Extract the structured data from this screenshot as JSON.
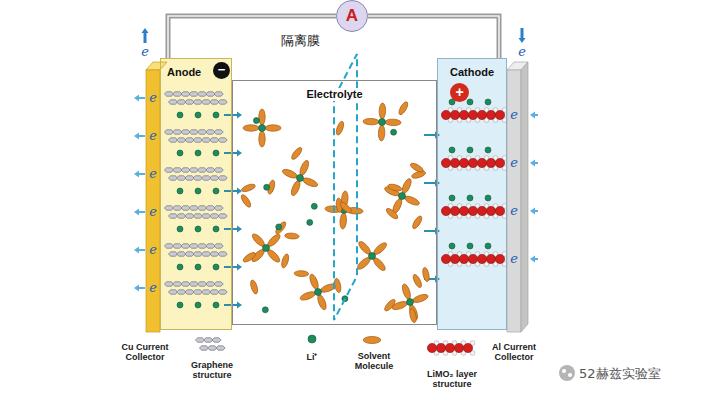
{
  "diagram": {
    "nodes": [
      {
        "text": [
          "A"
        ]
      },
      {
        "text": [
          "Anode"
        ]
      },
      {
        "text": [
          "−"
        ],
        "in": 1
      },
      {
        "text": [
          "Electrolyte"
        ]
      },
      {
        "text": [
          "Cathode"
        ]
      },
      {
        "text": [
          "+"
        ],
        "in": 4
      }
    ],
    "edges": [
      {
        "from": 1,
        "to": 0,
        "arrow": "none"
      },
      {
        "from": 0,
        "to": 4,
        "arrow": "none"
      }
    ],
    "labels": [
      "e",
      "e",
      "隔离膜",
      "e",
      "e",
      "e",
      "e",
      "e",
      "e",
      "e",
      "e",
      "e",
      "e",
      "Cu Current Collector",
      "Al Current Collector",
      "52赫兹实验室"
    ],
    "legend": [
      {
        "text": "Graphene structure"
      },
      {
        "text": "Li⁺"
      },
      {
        "text": "Solvent Molecule"
      },
      {
        "text": "LiMO₂ layer structure"
      }
    ]
  }
}
